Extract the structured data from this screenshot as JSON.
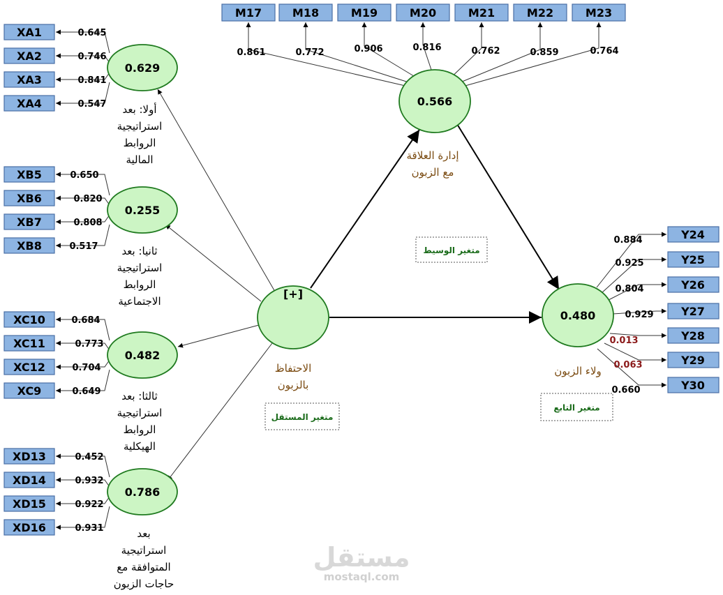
{
  "constructs": {
    "XA": {
      "r2": "0.629",
      "label": [
        "أولا: بعد",
        "استراتيجية",
        "الروابط",
        "المالية"
      ]
    },
    "XB": {
      "r2": "0.255",
      "label": [
        "ثانيا: بعد",
        "استراتيجية",
        "الروابط",
        "الاجتماعية"
      ]
    },
    "XC": {
      "r2": "0.482",
      "label": [
        "ثالثا: بعد",
        "استراتيجية",
        "الروابط",
        "الهيكلية"
      ]
    },
    "XD": {
      "r2": "0.786",
      "label": [
        "بعد",
        "استراتيجية",
        "المتوافقة مع",
        "حاجات الزبون"
      ]
    },
    "X": {
      "r2": "",
      "marker": "[+]",
      "label": [
        "الاحتفاظ",
        "بالزبون"
      ]
    },
    "M": {
      "r2": "0.566",
      "label": [
        "إدارة العلاقة",
        "مع الزبون"
      ]
    },
    "Y": {
      "r2": "0.480",
      "label": [
        "ولاء الزبون"
      ]
    }
  },
  "indicators": {
    "XA": [
      {
        "name": "XA1",
        "loading": "0.645"
      },
      {
        "name": "XA2",
        "loading": "0.746"
      },
      {
        "name": "XA3",
        "loading": "0.841"
      },
      {
        "name": "XA4",
        "loading": "0.547"
      }
    ],
    "XB": [
      {
        "name": "XB5",
        "loading": "0.650"
      },
      {
        "name": "XB6",
        "loading": "0.820"
      },
      {
        "name": "XB7",
        "loading": "0.808"
      },
      {
        "name": "XB8",
        "loading": "0.517"
      }
    ],
    "XC": [
      {
        "name": "XC10",
        "loading": "0.684"
      },
      {
        "name": "XC11",
        "loading": "0.773"
      },
      {
        "name": "XC12",
        "loading": "0.704"
      },
      {
        "name": "XC9",
        "loading": "0.649"
      }
    ],
    "XD": [
      {
        "name": "XD13",
        "loading": "0.452"
      },
      {
        "name": "XD14",
        "loading": "0.932"
      },
      {
        "name": "XD15",
        "loading": "0.922"
      },
      {
        "name": "XD16",
        "loading": "0.931"
      }
    ],
    "M": [
      {
        "name": "M17",
        "loading": "0.861"
      },
      {
        "name": "M18",
        "loading": "0.772"
      },
      {
        "name": "M19",
        "loading": "0.906"
      },
      {
        "name": "M20",
        "loading": "0.816"
      },
      {
        "name": "M21",
        "loading": "0.762"
      },
      {
        "name": "M22",
        "loading": "0.859"
      },
      {
        "name": "M23",
        "loading": "0.764"
      }
    ],
    "Y": [
      {
        "name": "Y24",
        "loading": "0.884"
      },
      {
        "name": "Y25",
        "loading": "0.925"
      },
      {
        "name": "Y26",
        "loading": "0.804"
      },
      {
        "name": "Y27",
        "loading": "0.929"
      },
      {
        "name": "Y28",
        "loading": "0.013"
      },
      {
        "name": "Y29",
        "loading": "0.063"
      },
      {
        "name": "Y30",
        "loading": "0.660"
      }
    ]
  },
  "roles": {
    "mediator": "متغير الوسيط",
    "independent": "متغير المستقل",
    "dependent": "متغير التابع"
  },
  "colors": {
    "indicator_fill": "#8db4e2",
    "latent_fill": "#ccf5c4",
    "weak_loading": "#8b1a1a",
    "label_brown": "#7a4a10",
    "role_text": "#1a6b1a"
  },
  "watermark": {
    "logo": "مستقل",
    "site": "mostaql.com"
  }
}
